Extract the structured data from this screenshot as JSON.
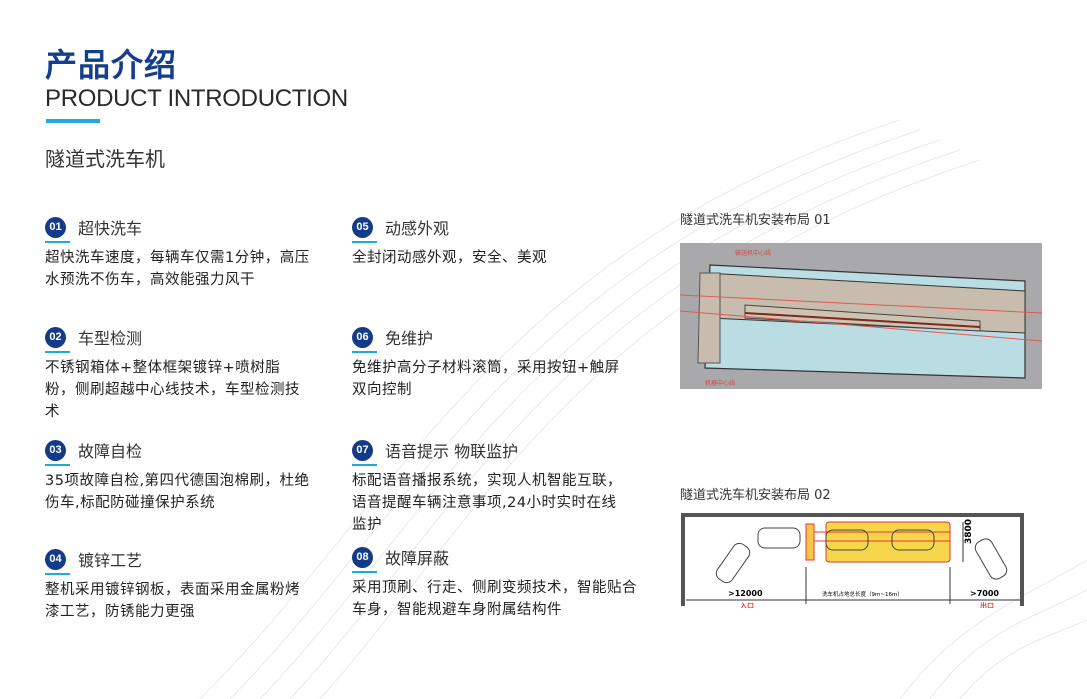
{
  "header": {
    "title_cn": "产品介绍",
    "title_en": "PRODUCT INTRODUCTION",
    "subtitle": "隧道式洗车机"
  },
  "colors": {
    "brand_blue": "#143f8e",
    "accent_cyan": "#1ea9e1",
    "badge": "#133b87"
  },
  "features": [
    {
      "num": "01",
      "title": "超快洗车",
      "desc": "超快洗车速度，每辆车仅需1分钟，高压水预洗不伤车，高效能强力风干"
    },
    {
      "num": "02",
      "title": "车型检测",
      "desc": "不锈钢箱体+整体框架镀锌+喷树脂粉，侧刷超越中心线技术，车型检测技术"
    },
    {
      "num": "03",
      "title": "故障自检",
      "desc": "35项故障自检,第四代德国泡棉刷，杜绝伤车,标配防碰撞保护系统"
    },
    {
      "num": "04",
      "title": "镀锌工艺",
      "desc": "整机采用镀锌钢板，表面采用金属粉烤漆工艺，防锈能力更强"
    },
    {
      "num": "05",
      "title": "动感外观",
      "desc": "全封闭动感外观，安全、美观"
    },
    {
      "num": "06",
      "title": "免维护",
      "desc": "免维护高分子材料滚筒，采用按钮+触屏双向控制"
    },
    {
      "num": "07",
      "title": "语音提示 物联监护",
      "desc": "标配语音播报系统，实现人机智能互联，语音提醒车辆注意事项,24小时实时在线监护"
    },
    {
      "num": "08",
      "title": "故障屏蔽",
      "desc": "采用顶刷、行走、侧刷变频技术，智能贴合车身，智能规避车身附属结构件"
    }
  ],
  "layouts": [
    {
      "caption": "隧道式洗车机安装布局 01",
      "labels": [
        "输送机中心线",
        "机器中心线"
      ]
    },
    {
      "caption": "隧道式洗车机安装布局 02",
      "labels": {
        "width": "3800",
        "entry_len": ">12000",
        "machine_len": "洗车机占地总长度（9m~16m）",
        "exit_len": ">7000",
        "entry": "入口",
        "exit": "出口"
      }
    }
  ]
}
